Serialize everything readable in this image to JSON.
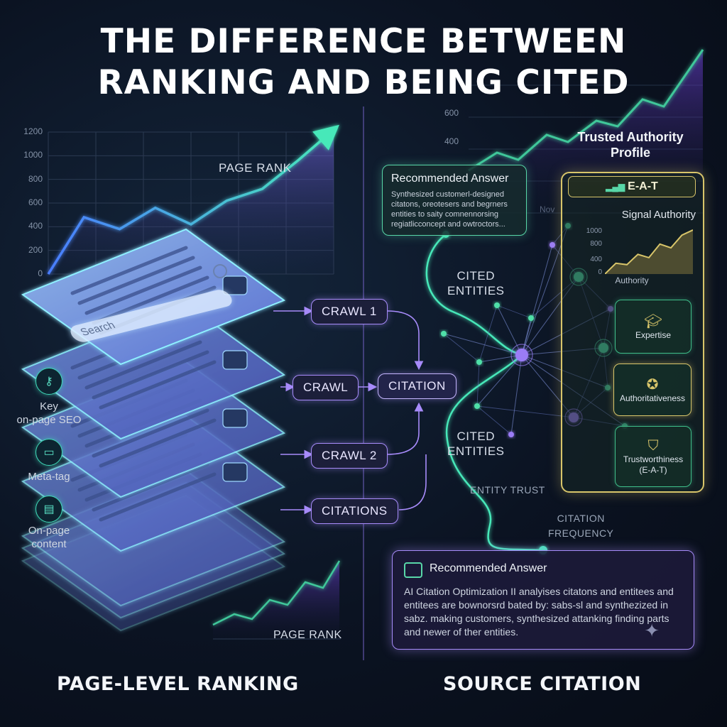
{
  "title": {
    "line1": "THE DIFFERENCE BETWEEN",
    "line2": "RANKING AND BEING CITED"
  },
  "left": {
    "section_title": "PAGE-LEVEL RANKING",
    "chart_label": "PAGE RANK",
    "y_ticks": [
      "1200",
      "1000",
      "800",
      "600",
      "400",
      "200",
      "0"
    ],
    "rank_values": [
      0,
      480,
      380,
      560,
      420,
      620,
      720,
      960,
      1220
    ],
    "search_placeholder": "Search",
    "side_items": [
      {
        "icon": "key-icon",
        "label": "Key\non-page SEO"
      },
      {
        "icon": "meta-tag-icon",
        "label": "Meta-tag"
      },
      {
        "icon": "document-icon",
        "label": "On-page\ncontent"
      }
    ],
    "mini_chart_label": "PAGE RANK"
  },
  "flow": {
    "crawl1": "CRAWL 1",
    "crawl": "CRAWL",
    "crawl2": "CRAWL 2",
    "citations": "CITATIONS",
    "citation": "CITATION"
  },
  "right": {
    "section_title": "SOURCE CITATION",
    "bg_ticks": [
      "600",
      "400"
    ],
    "bg_month": "Nov",
    "trusted_title": "Trusted Authority\nProfile",
    "rec_card": {
      "title": "Recommended Answer",
      "body": "Synthesized customerl-designed citatons, oreotesers and begrners entities to saity comnennorsing regiatlicconcept and owtroctors..."
    },
    "cited_entities_top": "CITED\nENTITIES",
    "cited_entities_bottom": "CITED\nENTITIES",
    "entity_trust": "ENTITY TRUST",
    "citation_frequency": "CITATION\nFREQUENCY",
    "eat": {
      "header": "E-A-T",
      "signal_title": "Signal Authority",
      "signal_ticks": [
        "1000",
        "800",
        "400",
        "0"
      ],
      "authority_values": [
        0,
        230,
        200,
        420,
        350,
        640,
        560,
        830,
        940
      ],
      "authority_label": "Authority",
      "expertise": "Expertise",
      "authoritativeness": "Authoritativeness",
      "trustworthiness": "Trustworthiness\n(E-A-T)"
    },
    "answer_box": {
      "title": "Recommended Answer",
      "body": "AI Citation Optimization II analyises citatons and entitees and entitees are bownorsrd bated by: sabs-sl and synthezized in sabz. making customers, synthesized attanking finding parts and newer of ther entities."
    }
  },
  "colors": {
    "teal": "#3fd9b8",
    "violet": "#a78bfa",
    "gold": "#d8c56a",
    "green": "#58d7a8"
  }
}
